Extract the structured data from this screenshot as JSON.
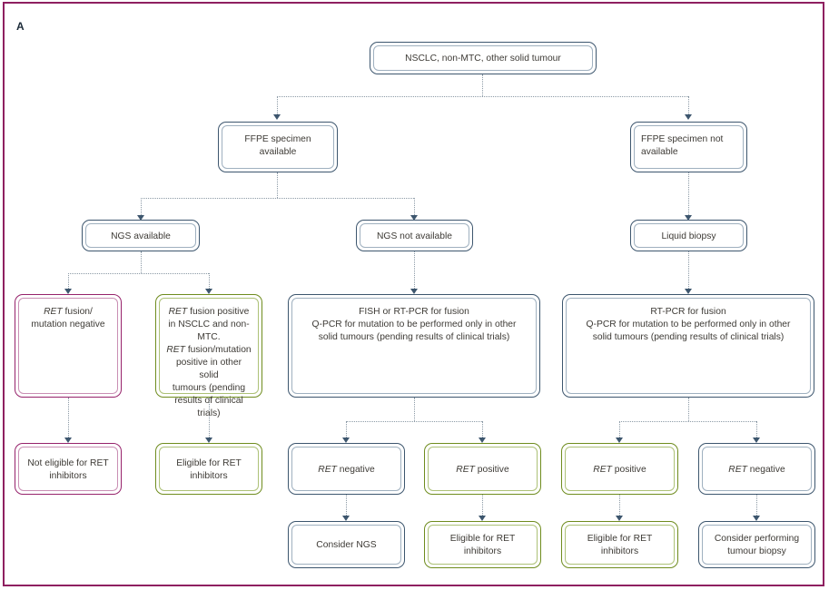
{
  "figure": {
    "panel_label": "A",
    "frame_color": "#8e2060",
    "node_border_color": "#3d566e",
    "purple_color": "#96226b",
    "green_color": "#6f8c1e",
    "connector_color": "#8c9aa6"
  },
  "nodes": {
    "root": "NSCLC, non-MTC, other solid tumour",
    "ffpe_available": "FFPE specimen\navailable",
    "ffpe_not_available": "FFPE specimen not\navailable",
    "ngs_available": "NGS available",
    "ngs_not_available": "NGS not available",
    "liquid_biopsy": "Liquid biopsy",
    "ret_negative_ngs": "RET fusion/\nmutation negative",
    "ret_positive_ngs": "RET fusion positive\nin NSCLC and non-MTC.\nRET fusion/mutation\npositive in other solid\ntumours (pending\nresults of clinical trials)",
    "fish_rtpcr": "FISH or RT-PCR for fusion\nQ-PCR for mutation to be performed only in other\nsolid tumours (pending results of clinical trials)",
    "rtpcr": "RT-PCR for fusion\nQ-PCR for mutation to be performed only in other\nsolid tumours (pending results of clinical trials)",
    "not_eligible": "Not eligible for RET\ninhibitors",
    "eligible_ngs": "Eligible for RET\ninhibitors",
    "fish_ret_negative": "RET negative",
    "fish_ret_positive": "RET positive",
    "liquid_ret_positive": "RET positive",
    "liquid_ret_negative": "RET negative",
    "consider_ngs": "Consider NGS",
    "eligible_fish": "Eligible for RET\ninhibitors",
    "eligible_liquid": "Eligible for RET\ninhibitors",
    "consider_biopsy": "Consider performing\ntumour biopsy"
  },
  "flow": {
    "type": "flowchart",
    "edges": [
      [
        "root",
        "ffpe_available"
      ],
      [
        "root",
        "ffpe_not_available"
      ],
      [
        "ffpe_available",
        "ngs_available"
      ],
      [
        "ffpe_available",
        "ngs_not_available"
      ],
      [
        "ffpe_not_available",
        "liquid_biopsy"
      ],
      [
        "ngs_available",
        "ret_negative_ngs"
      ],
      [
        "ngs_available",
        "ret_positive_ngs"
      ],
      [
        "ngs_not_available",
        "fish_rtpcr"
      ],
      [
        "liquid_biopsy",
        "rtpcr"
      ],
      [
        "ret_negative_ngs",
        "not_eligible"
      ],
      [
        "ret_positive_ngs",
        "eligible_ngs"
      ],
      [
        "fish_rtpcr",
        "fish_ret_negative"
      ],
      [
        "fish_rtpcr",
        "fish_ret_positive"
      ],
      [
        "rtpcr",
        "liquid_ret_positive"
      ],
      [
        "rtpcr",
        "liquid_ret_negative"
      ],
      [
        "fish_ret_negative",
        "consider_ngs"
      ],
      [
        "fish_ret_positive",
        "eligible_fish"
      ],
      [
        "liquid_ret_positive",
        "eligible_liquid"
      ],
      [
        "liquid_ret_negative",
        "consider_biopsy"
      ]
    ]
  }
}
